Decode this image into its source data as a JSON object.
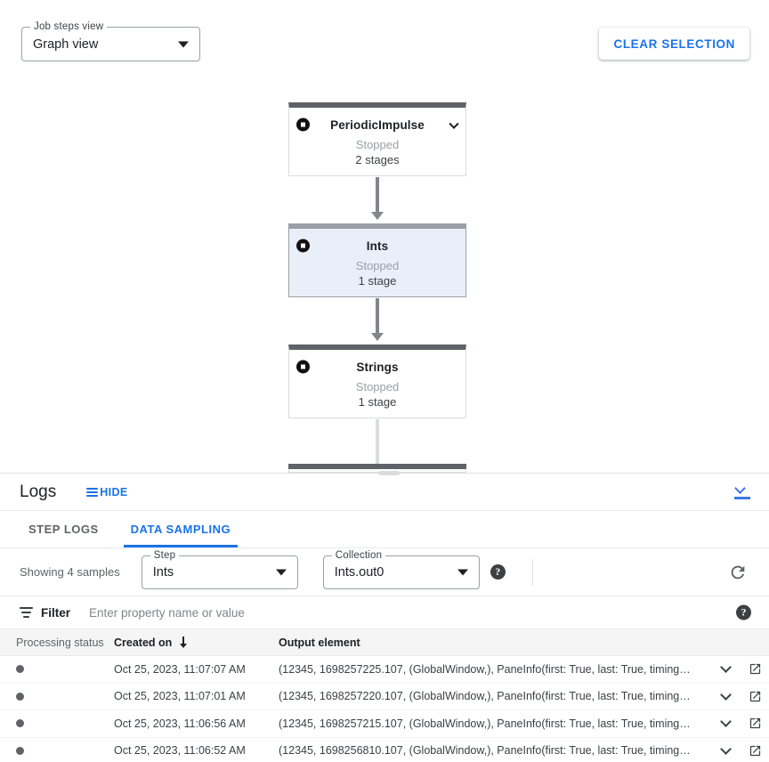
{
  "graph_panel": {
    "job_steps_view": {
      "legend": "Job steps view",
      "value": "Graph view",
      "caret_icon": "caret-down-icon"
    },
    "clear_selection_label": "CLEAR SELECTION",
    "nodes": [
      {
        "title": "PeriodicImpulse",
        "status": "Stopped",
        "stages": "2 stages",
        "selected": false,
        "has_chevron": true,
        "icon": "stop-icon"
      },
      {
        "title": "Ints",
        "status": "Stopped",
        "stages": "1 stage",
        "selected": true,
        "has_chevron": false,
        "icon": "stop-icon"
      },
      {
        "title": "Strings",
        "status": "Stopped",
        "stages": "1 stage",
        "selected": false,
        "has_chevron": false,
        "icon": "stop-icon"
      }
    ]
  },
  "logs": {
    "title": "Logs",
    "hide_label": "HIDE",
    "hide_icon": "list-icon",
    "collapse_icon": "collapse-panel-icon",
    "tabs": [
      {
        "label": "STEP LOGS",
        "active": false
      },
      {
        "label": "DATA SAMPLING",
        "active": true
      }
    ],
    "sampling": {
      "showing_text": "Showing 4 samples",
      "step": {
        "legend": "Step",
        "value": "Ints"
      },
      "collection": {
        "legend": "Collection",
        "value": "Ints.out0"
      },
      "help_icon": "help-icon",
      "refresh_icon": "refresh-icon"
    },
    "filter": {
      "icon": "filter-icon",
      "label": "Filter",
      "placeholder": "Enter property name or value",
      "value": "",
      "help_icon": "help-icon"
    },
    "table": {
      "columns": [
        "Processing status",
        "Created on",
        "Output element"
      ],
      "sort_column": "Created on",
      "sort_direction": "descending",
      "rows": [
        {
          "status_icon": "status-dot",
          "created_on": "Oct 25, 2023, 11:07:07 AM",
          "output_element": "(12345, 1698257225.107, (GlobalWindow,), PaneInfo(first: True, last: True, timing…",
          "expand_icon": "chevron-down-icon",
          "open_icon": "open-in-new-icon"
        },
        {
          "status_icon": "status-dot",
          "created_on": "Oct 25, 2023, 11:07:01 AM",
          "output_element": "(12345, 1698257220.107, (GlobalWindow,), PaneInfo(first: True, last: True, timing…",
          "expand_icon": "chevron-down-icon",
          "open_icon": "open-in-new-icon"
        },
        {
          "status_icon": "status-dot",
          "created_on": "Oct 25, 2023, 11:06:56 AM",
          "output_element": "(12345, 1698257215.107, (GlobalWindow,), PaneInfo(first: True, last: True, timing…",
          "expand_icon": "chevron-down-icon",
          "open_icon": "open-in-new-icon"
        },
        {
          "status_icon": "status-dot",
          "created_on": "Oct 25, 2023, 11:06:52 AM",
          "output_element": "(12345, 1698256810.107, (GlobalWindow,), PaneInfo(first: True, last: True, timing…",
          "expand_icon": "chevron-down-icon",
          "open_icon": "open-in-new-icon"
        }
      ]
    }
  },
  "colors": {
    "accent_blue": "#1a73e8",
    "node_header": "#5f6368",
    "node_selected_bg": "#e8eff9",
    "edge": "#80868b"
  }
}
